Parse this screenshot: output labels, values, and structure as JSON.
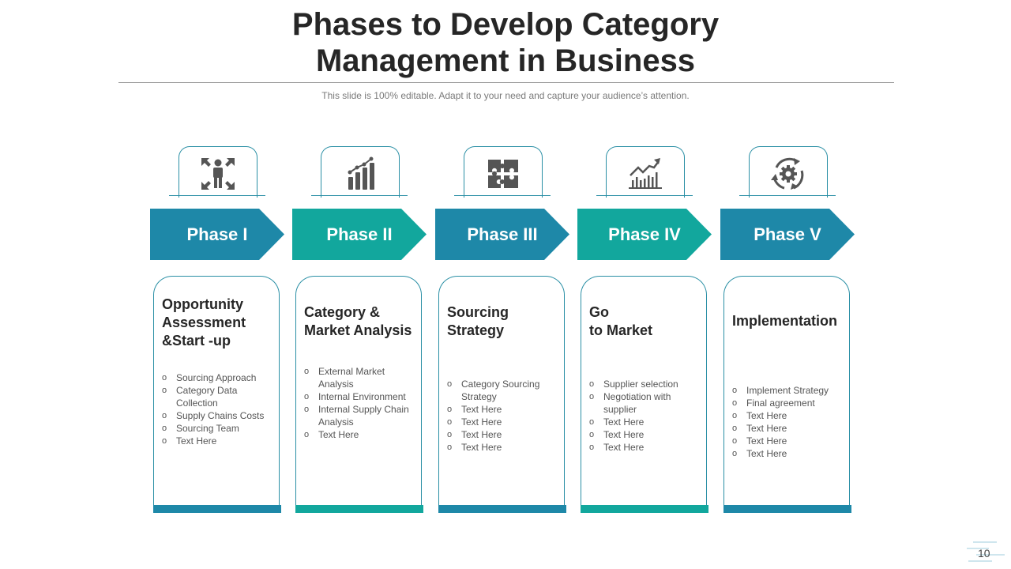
{
  "title": {
    "line1": "Phases to Develop Category",
    "line2": "Management in Business"
  },
  "subtitle": "This slide is 100% editable. Adapt it to your need and capture your audience’s attention.",
  "colors": {
    "blue": "#1e88a8",
    "teal": "#12a79d",
    "icon": "#555555",
    "border": "#2a8fa5"
  },
  "phases": [
    {
      "label": "Phase I",
      "icon": "people-network-icon",
      "heading": [
        "Opportunity",
        "Assessment",
        "&Start -up"
      ],
      "items": [
        "Sourcing Approach",
        "Category Data Collection",
        "Supply Chains Costs",
        "Sourcing Team",
        "Text Here"
      ]
    },
    {
      "label": "Phase II",
      "icon": "bar-chart-icon",
      "heading": [
        "Category &",
        "Market Analysis"
      ],
      "items": [
        "External Market Analysis",
        "Internal Environment",
        "Internal Supply Chain Analysis",
        "Text Here"
      ]
    },
    {
      "label": "Phase III",
      "icon": "puzzle-icon",
      "heading": [
        "Sourcing",
        "Strategy"
      ],
      "items": [
        "Category Sourcing Strategy",
        "Text Here",
        "Text Here",
        "Text Here",
        "Text Here"
      ]
    },
    {
      "label": "Phase IV",
      "icon": "growth-chart-icon",
      "heading": [
        "Go",
        "to Market"
      ],
      "items": [
        "Supplier selection",
        "Negotiation with supplier",
        "Text Here",
        "Text Here",
        "Text Here"
      ]
    },
    {
      "label": "Phase V",
      "icon": "gear-cycle-icon",
      "heading": [
        "Implementation"
      ],
      "items": [
        "Implement Strategy",
        "Final agreement",
        "Text Here",
        "Text Here",
        "Text Here",
        "Text Here"
      ]
    }
  ],
  "page_number": "10"
}
